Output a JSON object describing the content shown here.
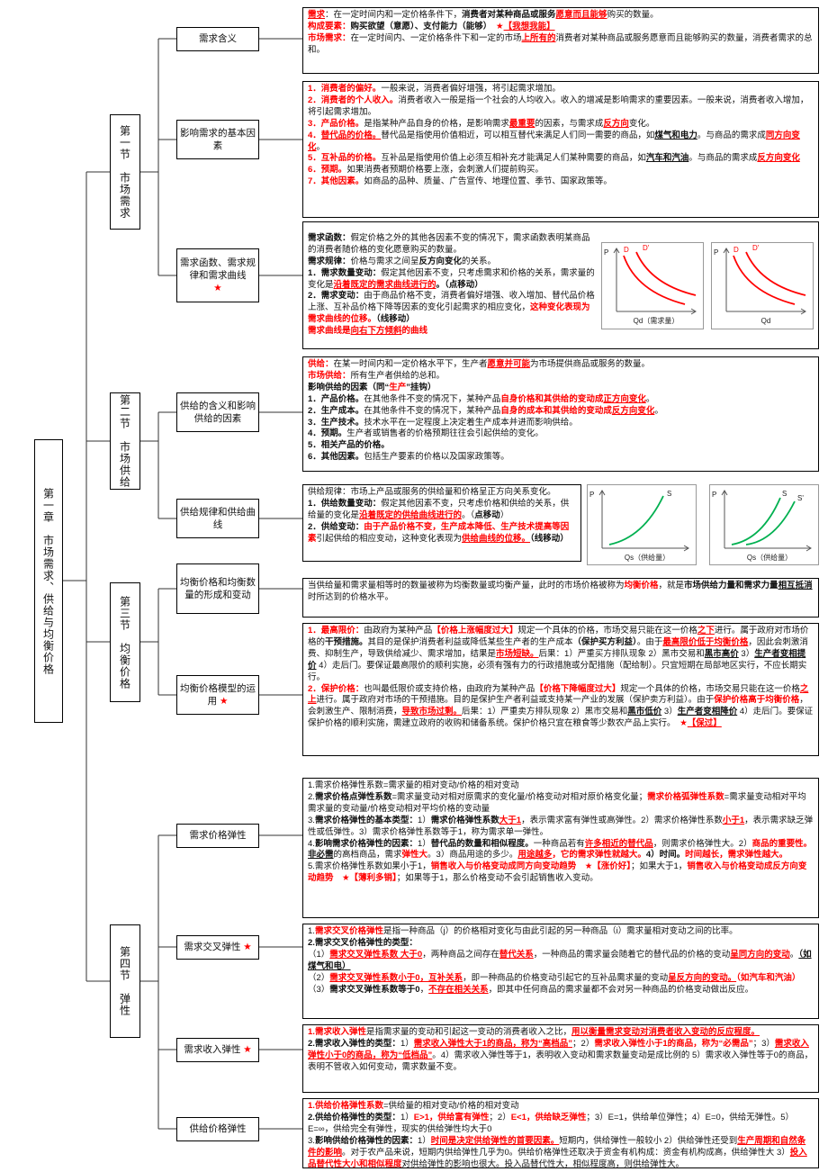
{
  "chapter": {
    "label": "第一章　市场需求、供给与均衡价格"
  },
  "sections": [
    {
      "label": "第一节　市场需求"
    },
    {
      "label": "第二节　市场供给"
    },
    {
      "label": "第三节　均衡价格"
    },
    {
      "label": "第四节　弹性"
    }
  ],
  "topics": {
    "t1": {
      "label": "需求含义"
    },
    "t2": {
      "label": "影响需求的基本因素"
    },
    "t3": {
      "label": "需求函数、需求规律和需求曲线",
      "star": "★"
    },
    "t4": {
      "label": "供给的含义和影响供给的因素"
    },
    "t5": {
      "label": "供给规律和供给曲线"
    },
    "t6": {
      "label": "均衡价格和均衡数量的形成和变动"
    },
    "t7": {
      "label": "均衡价格模型的运用",
      "star": "★"
    },
    "t8": {
      "label": "需求价格弹性"
    },
    "t9": {
      "label": "需求交叉弹性",
      "star": "★"
    },
    "t10": {
      "label": "需求收入弹性",
      "star": "★"
    },
    "t11": {
      "label": "供给价格弹性"
    }
  },
  "contents": {
    "c1": [
      [
        [
          "需求",
          "ru"
        ],
        [
          "：在一定时间内和一定价格条件下，",
          "n"
        ],
        [
          "消费者对某种商品或服务",
          "b"
        ],
        [
          "愿意而且能够",
          "ru"
        ],
        [
          "购买的数量。",
          "n"
        ]
      ],
      [
        [
          "构成要素：",
          "r"
        ],
        [
          "购买欲望（意愿）、支付能力（能够）",
          "b"
        ],
        [
          "　★",
          "r"
        ],
        [
          "【我想我能】",
          "ru"
        ]
      ],
      [
        [
          "市场需求：",
          "r"
        ],
        [
          "在一定时间内、一定价格条件下和一定的市场",
          "n"
        ],
        [
          "上所有的",
          "ru"
        ],
        [
          "消费者对某种商品或服务愿意而且能够购买的数量，消费者需求的总和。",
          "n"
        ]
      ]
    ],
    "c2": [
      [
        [
          "1．",
          "r"
        ],
        [
          "消费者的偏好。",
          "r"
        ],
        [
          "一般来说，消费者偏好增强，将引起需求增加。",
          "n"
        ]
      ],
      [
        [
          "2．",
          "r"
        ],
        [
          "消费者的个人收入。",
          "r"
        ],
        [
          "消费者收入一般是指一个社会的人均收入。收入的增减是影响需求的重要因素。一般来说，消费者收入增加，将引起需求增加。",
          "n"
        ]
      ],
      [
        [
          "3．",
          "r"
        ],
        [
          "产品价格。",
          "r"
        ],
        [
          "是指某种产品自身的价格，是影响需求",
          "n"
        ],
        [
          "最重要",
          "ru"
        ],
        [
          "的因素，与需求成",
          "n"
        ],
        [
          "反方向",
          "ru"
        ],
        [
          "变化。",
          "n"
        ]
      ],
      [
        [
          "4．",
          "r"
        ],
        [
          "替代品的价格。",
          "ru"
        ],
        [
          "替代品是指使用价值相近，可以相互替代来满足人们同一需要的商品，如",
          "n"
        ],
        [
          "煤气和电力",
          "u"
        ],
        [
          "。与商品的需求成",
          "n"
        ],
        [
          "同方向变化",
          "ru"
        ],
        [
          "。",
          "n"
        ]
      ],
      [
        [
          "5．",
          "r"
        ],
        [
          "互补品的价格。",
          "r"
        ],
        [
          "互补品是指使用价值上必须互相补充才能满足人们某种需要的商品，如",
          "n"
        ],
        [
          "汽车和汽油",
          "u"
        ],
        [
          "。与商品的需求成",
          "n"
        ],
        [
          "反方向变化",
          "ru"
        ]
      ],
      [
        [
          "6．",
          "r"
        ],
        [
          "预期。",
          "r"
        ],
        [
          "如果消费者预期价格要上涨，会刺激人们提前购买。",
          "n"
        ]
      ],
      [
        [
          "7．",
          "r"
        ],
        [
          "其他因素。",
          "r"
        ],
        [
          "如商品的品种、质量、广告宣传、地理位置、季节、国家政策等。",
          "n"
        ]
      ]
    ],
    "c3": [
      [
        [
          "需求函数：",
          "b"
        ],
        [
          "假定价格之外的其他各因素不变的情况下，需求函数表明某商品的消费者随价格的变化愿意购买的数量。",
          "n"
        ]
      ],
      [
        [
          "需求规律：",
          "b"
        ],
        [
          "价格与需求之间呈",
          "n"
        ],
        [
          "反方向变化",
          "b"
        ],
        [
          "的关系。",
          "n"
        ]
      ],
      [
        [
          "1．需求数量变动：",
          "b"
        ],
        [
          "假定其他因素不变，只考虑需求和价格的关系，需求量的变化是",
          "n"
        ],
        [
          "沿着既定的需求曲线进行的",
          "ru"
        ],
        [
          "。（点移动）",
          "b"
        ]
      ],
      [
        [
          "2．需求变动：",
          "b"
        ],
        [
          "由于商品价格不变，消费者偏好增强、收入增加、替代品价格上涨、互补品价格下降等因素的变化引起需求的相应变化，",
          "n"
        ],
        [
          "这种变化表现为需求曲线的位移。",
          "r"
        ],
        [
          "（线移动）",
          "b"
        ]
      ],
      [
        [
          "需求曲线是",
          "r"
        ],
        [
          "向右下方倾斜",
          "ru"
        ],
        [
          "的曲线",
          "r"
        ]
      ]
    ],
    "c4": [
      [
        [
          "供给：",
          "r"
        ],
        [
          "在某一时间内和一定价格水平下，生产者",
          "n"
        ],
        [
          "愿意并可能",
          "ru"
        ],
        [
          "为市场提供商品或服务的数量。",
          "n"
        ]
      ],
      [
        [
          "市场供给：",
          "r"
        ],
        [
          "所有生产者供给的总和。",
          "n"
        ]
      ],
      [
        [
          "影响供给的因素（同“",
          "b"
        ],
        [
          "生产",
          "r"
        ],
        [
          "”挂钩）",
          "b"
        ]
      ],
      [
        [
          "1．产品价格。",
          "b"
        ],
        [
          "在其他条件不变的情况下，某种产品",
          "n"
        ],
        [
          "自身价格和其供给的变动成",
          "r"
        ],
        [
          "正方向变化",
          "ru"
        ],
        [
          "。",
          "n"
        ]
      ],
      [
        [
          "2．生产成本。",
          "b"
        ],
        [
          "在其他条件不变的情况下，某种产品",
          "n"
        ],
        [
          "自身的成本和其供给的变动成",
          "r"
        ],
        [
          "反方向变化",
          "ru"
        ],
        [
          "。",
          "n"
        ]
      ],
      [
        [
          "3．生产技术。",
          "b"
        ],
        [
          "技术水平在一定程度上决定着生产成本并进而影响供给。",
          "n"
        ]
      ],
      [
        [
          "4．预期。",
          "b"
        ],
        [
          "生产者或销售者的价格预期往往会引起供给的变化。",
          "n"
        ]
      ],
      [
        [
          "5．相关产品的价格。",
          "b"
        ]
      ],
      [
        [
          "6．其他因素。",
          "b"
        ],
        [
          "包括生产要素的价格以及国家政策等。",
          "n"
        ]
      ]
    ],
    "c5": [
      [
        [
          "供给规律：市场上产品或服务的供给量和价格呈正方向关系变化。",
          "n"
        ]
      ],
      [
        [
          "1．供给数量变动：",
          "b"
        ],
        [
          "假定其他因素不变，只考虑价格和供给的关系，供给量的变化是",
          "n"
        ],
        [
          "沿着既定的供给曲线进行的",
          "ru"
        ],
        [
          "。（",
          "n"
        ],
        [
          "点移动",
          "b"
        ],
        [
          "）",
          "n"
        ]
      ],
      [
        [
          "2．供给变动：",
          "b"
        ],
        [
          "由于产品价格不变，生产成本降低、生产技术提高等因素",
          "r"
        ],
        [
          "引起供给的相应变动，这种变化表现为",
          "n"
        ],
        [
          "供给曲线的位移。",
          "ru"
        ],
        [
          "（线移动）",
          "b"
        ]
      ]
    ],
    "c6": [
      [
        [
          "当供给量和需求量相等时的数量被称为均衡数量或均衡产量，此时的市场价格被称为",
          "n"
        ],
        [
          "均衡价格",
          "r"
        ],
        [
          "，就是",
          "n"
        ],
        [
          "市场供给力量和需求力量",
          "b"
        ],
        [
          "相互抵消",
          "u"
        ],
        [
          "时所达到的价格水平。",
          "n"
        ]
      ]
    ],
    "c7": [
      [
        [
          "1．最高限价：",
          "r"
        ],
        [
          "由政府为某种产品",
          "n"
        ],
        [
          "【价格上涨幅度过大】",
          "r"
        ],
        [
          "规定一个具体的价格，市场交易只能在这一价格",
          "n"
        ],
        [
          "之下",
          "ru"
        ],
        [
          "进行。属于政府对市场价格的",
          "n"
        ],
        [
          "干预措施。",
          "b"
        ],
        [
          "其目的是保护消费者利益或降低某些生产者的生产成本",
          "n"
        ],
        [
          "（保护买方利益）",
          "b"
        ],
        [
          "。由于",
          "n"
        ],
        [
          "最高限价低于均衡价格",
          "ru"
        ],
        [
          "，因此会刺激消费、抑制生产，导致供给减少、需求增加，结果是",
          "n"
        ],
        [
          "市场短缺。",
          "ru"
        ],
        [
          "后果：1）严重买方排队现象 2）黑市交易和",
          "n"
        ],
        [
          "黑市高价",
          "u"
        ],
        [
          " 3）",
          "n"
        ],
        [
          "生产者变相提价",
          "u"
        ],
        [
          " 4）走后门。要保证最高限价的顺利实施，必须有强有力的行政措施或分配措施（配给制）。只宜短期在局部地区实行，不应长期实行。",
          "n"
        ]
      ],
      [
        [
          "2．保护价格：",
          "r"
        ],
        [
          "也叫最低限价或支持价格，由政府为某种产品",
          "n"
        ],
        [
          "【价格下降幅度过大】",
          "r"
        ],
        [
          "规定一个具体的价格，市场交易只能在这一价格",
          "n"
        ],
        [
          "之上",
          "ru"
        ],
        [
          "进行。属于政府对市场的干预措施。目的是保护生产者利益或支持某一产业的发展（保护卖方利益）。由于",
          "n"
        ],
        [
          "保护价格高于均衡价格",
          "r"
        ],
        [
          "，会刺激生产、限制消费，",
          "n"
        ],
        [
          "导致市场过剩。",
          "ru"
        ],
        [
          "后果：1）严重卖方排队现象 2）黑市交易和",
          "n"
        ],
        [
          "黑市低价",
          "u"
        ],
        [
          " 3）",
          "n"
        ],
        [
          "生产者变相降价",
          "u"
        ],
        [
          " 4）走后门。要保证保护价格的顺利实施，需建立政府的收购和储备系统。保护价格只宜在粮食等少数农产品上实行。",
          "n"
        ],
        [
          "　★",
          "r"
        ],
        [
          "【保过】",
          "ru"
        ]
      ]
    ],
    "c8": [
      [
        [
          "1.需求价格弹性系数=需求量的相对变动/价格的相对变动",
          "n"
        ]
      ],
      [
        [
          "2.",
          "n"
        ],
        [
          "需求价格点弹性系数",
          "b"
        ],
        [
          "=需求量变动对相对原需求的变化量/价格变动对相对原价格变化量；",
          "n"
        ],
        [
          "需求价格弧弹性系数",
          "r"
        ],
        [
          "=需求量变动相对平均需求量的变动量/价格变动相对平均价格的变动量",
          "n"
        ]
      ],
      [
        [
          "3.",
          "n"
        ],
        [
          "需求价格弹性的基本类型：",
          "b"
        ],
        [
          "1）",
          "n"
        ],
        [
          "需求价格弹性系数",
          "b"
        ],
        [
          "大于1",
          "ru"
        ],
        [
          "，表示需求富有弹性或高弹性。2）需求价格弹性系数",
          "n"
        ],
        [
          "小于1",
          "ru"
        ],
        [
          "，表示需求缺乏弹性或低弹性。3）需求价格弹性系数等于1，称为需求单一弹性。",
          "n"
        ]
      ],
      [
        [
          "4.",
          "n"
        ],
        [
          "影响需求价格弹性的因素：",
          "b"
        ],
        [
          "1）",
          "n"
        ],
        [
          "替代品的数量和相似程度。",
          "b"
        ],
        [
          "一种商品若有",
          "n"
        ],
        [
          "许多相近的替代品",
          "ru"
        ],
        [
          "，则需求价格弹性大。2）",
          "n"
        ],
        [
          "商品的重要性。",
          "r"
        ],
        [
          "非必需",
          "u"
        ],
        [
          "的高档商品，需求",
          "n"
        ],
        [
          "弹性大",
          "r"
        ],
        [
          "。3）商品用途的多少。",
          "n"
        ],
        [
          "用途越多",
          "ru"
        ],
        [
          "，它的需求弹性就越大。",
          "r"
        ],
        [
          "4）时间。",
          "b"
        ],
        [
          "时间越长，需求弹性越大。",
          "r"
        ]
      ],
      [
        [
          "5.需求价格弹性系数如果小于1，",
          "n"
        ],
        [
          "销售收入与价格变动成同方向变动趋势",
          "r"
        ],
        [
          "　★【涨价好】",
          "r"
        ],
        [
          "；如果大于1，",
          "n"
        ],
        [
          "销售收入与价格变动成反方向变动趋势",
          "r"
        ],
        [
          "　★【薄利多销】",
          "r"
        ],
        [
          "；如果等于1，那么价格变动不会引起销售收入变动。",
          "n"
        ]
      ]
    ],
    "c9": [
      [
        [
          "1.",
          "n"
        ],
        [
          "需求交叉价格弹性",
          "r"
        ],
        [
          "是指一种商品（j）的价格相对变化与由此引起的另一种商品（i）需求量相对变动之间的比率。",
          "n"
        ]
      ],
      [
        [
          "2.需求交叉价格弹性的类型：",
          "b"
        ]
      ],
      [
        [
          "（1）",
          "n"
        ],
        [
          "需求交叉弹性系数 大于0",
          "ru"
        ],
        [
          "，两种商品之间存在",
          "n"
        ],
        [
          "替代关系",
          "ru"
        ],
        [
          "，一种商品的需求量会随着它的替代品的价格的变动",
          "n"
        ],
        [
          "呈同方向的变动",
          "ru"
        ],
        [
          "。",
          "n"
        ],
        [
          "（如煤气和电）",
          "u"
        ]
      ],
      [
        [
          "（2）",
          "n"
        ],
        [
          "需求交叉弹性系数小于0，互补关系",
          "ru"
        ],
        [
          "，即一种商品的价格变动引起它的互补品需求量的变动",
          "n"
        ],
        [
          "呈反方向的变动。",
          "ru"
        ],
        [
          "（如汽车和汽油）",
          "r"
        ]
      ],
      [
        [
          "（3）",
          "n"
        ],
        [
          "需求交叉弹性系数等于0",
          "b"
        ],
        [
          "，",
          "n"
        ],
        [
          "不存在相关关系",
          "ru"
        ],
        [
          "，即其中任何商品的需求量都不会对另一种商品的价格变动做出反应。",
          "n"
        ]
      ]
    ],
    "c10": [
      [
        [
          "1.",
          "r"
        ],
        [
          "需求收入弹性",
          "r"
        ],
        [
          "是指需求量的变动和引起这一变动的消费者收入之比，",
          "n"
        ],
        [
          "用以衡量需求变动对消费者收入变动的反应程度。",
          "ru"
        ]
      ],
      [
        [
          "2.需求收入弹性的类型：",
          "b"
        ],
        [
          "1）",
          "n"
        ],
        [
          "需求收入弹性大于1的商品，称为“高档品”",
          "ru"
        ],
        [
          "；2）",
          "n"
        ],
        [
          "需求收入弹性小于1的商品，称为“必需品”",
          "r"
        ],
        [
          "；3）",
          "n"
        ],
        [
          "需求收入弹性小于0的商品，称为“低档品”",
          "ru"
        ],
        [
          "。4）需求收入弹性等于1，表明收入变动和需求数量变动是成比例的 5）需求收入弹性等于0的商品，表明不管收入如何变动，需求数量不变。",
          "n"
        ]
      ]
    ],
    "c11": [
      [
        [
          "1.",
          "r"
        ],
        [
          "供给价格弹性系数",
          "r"
        ],
        [
          "=供给量的相对变动/价格的相对变动",
          "n"
        ]
      ],
      [
        [
          "2.供给价格弹性的类型：",
          "b"
        ],
        [
          "1）",
          "n"
        ],
        [
          "E>1，供给富有弹性",
          "r"
        ],
        [
          "；2）",
          "n"
        ],
        [
          "E<1，供给缺乏弹性",
          "r"
        ],
        [
          "；3）E=1，供给单位弹性；4）E=0，供给无弹性。5）E=∞，供给完全有弹性，现实的供给弹性均大于0",
          "n"
        ]
      ],
      [
        [
          "3.",
          "n"
        ],
        [
          "影响供给价格弹性的因素：",
          "b"
        ],
        [
          "1）",
          "n"
        ],
        [
          "时间是决定供给弹性的首要因素。",
          "ru"
        ],
        [
          "短期内，供给弹性一般较小 2）供给弹性还受到",
          "n"
        ],
        [
          "生产周期和自然条件的影响",
          "ru"
        ],
        [
          "。对于农产品来说，短期内供给弹性几乎为0。供给价格弹性还取决于资金有机构成：资金有机构成高，供给弹性大 3）",
          "n"
        ],
        [
          "投入品替代性大小和相似程度",
          "ru"
        ],
        [
          "对供给弹性的影响也很大。投入品替代性大，相似程度高，则供给弹性大。",
          "n"
        ]
      ]
    ]
  },
  "charts": {
    "demand1": {
      "y": "P",
      "x": "Qd（需求量）",
      "c1": "D",
      "c2": "D'"
    },
    "demand2": {
      "y": "P",
      "x": "Qd",
      "c1": "D",
      "c2": "D'"
    },
    "supply1": {
      "y": "P",
      "x": "Qs（供给量）",
      "c1": "S"
    },
    "supply2": {
      "y": "P",
      "x": "Qs（供给量）",
      "c1": "S",
      "c2": "S'"
    }
  },
  "colors": {
    "emphasis_red": "#ff0000",
    "supply_green": "#00b050",
    "connector": "#333333",
    "border": "#000000"
  }
}
